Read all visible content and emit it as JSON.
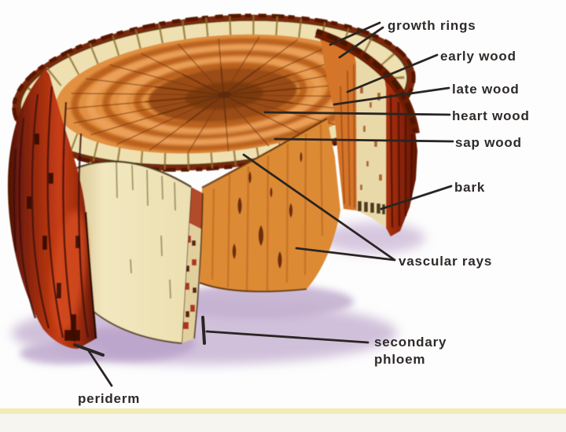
{
  "labels": {
    "growth_rings": {
      "text": "growth rings"
    },
    "early_wood": {
      "text": "early wood"
    },
    "late_wood": {
      "text": "late wood"
    },
    "heart_wood": {
      "text": "heart wood"
    },
    "sap_wood": {
      "text": "sap wood"
    },
    "bark": {
      "text": "bark"
    },
    "vascular_rays": {
      "text": "vascular rays"
    },
    "secondary_phloem": {
      "line1": "secondary",
      "line2": "phloem"
    },
    "periderm": {
      "text": "periderm"
    }
  },
  "palette": {
    "background": "#fdfdfd",
    "bark_dark_red": "#7c2808",
    "bark_bright_red": "#c73d14",
    "wood_orange": "#e29142",
    "growth_ring_dark": "#b55a15",
    "heartwood_brown": "#9a4c12",
    "sapwood_cream": "#eee0b0",
    "shadow_lavender": "#c9b6d4",
    "label_text": "#2e2a28",
    "leader_line": "#2a2522",
    "bottom_strip_yellow": "#f2ecb4"
  }
}
